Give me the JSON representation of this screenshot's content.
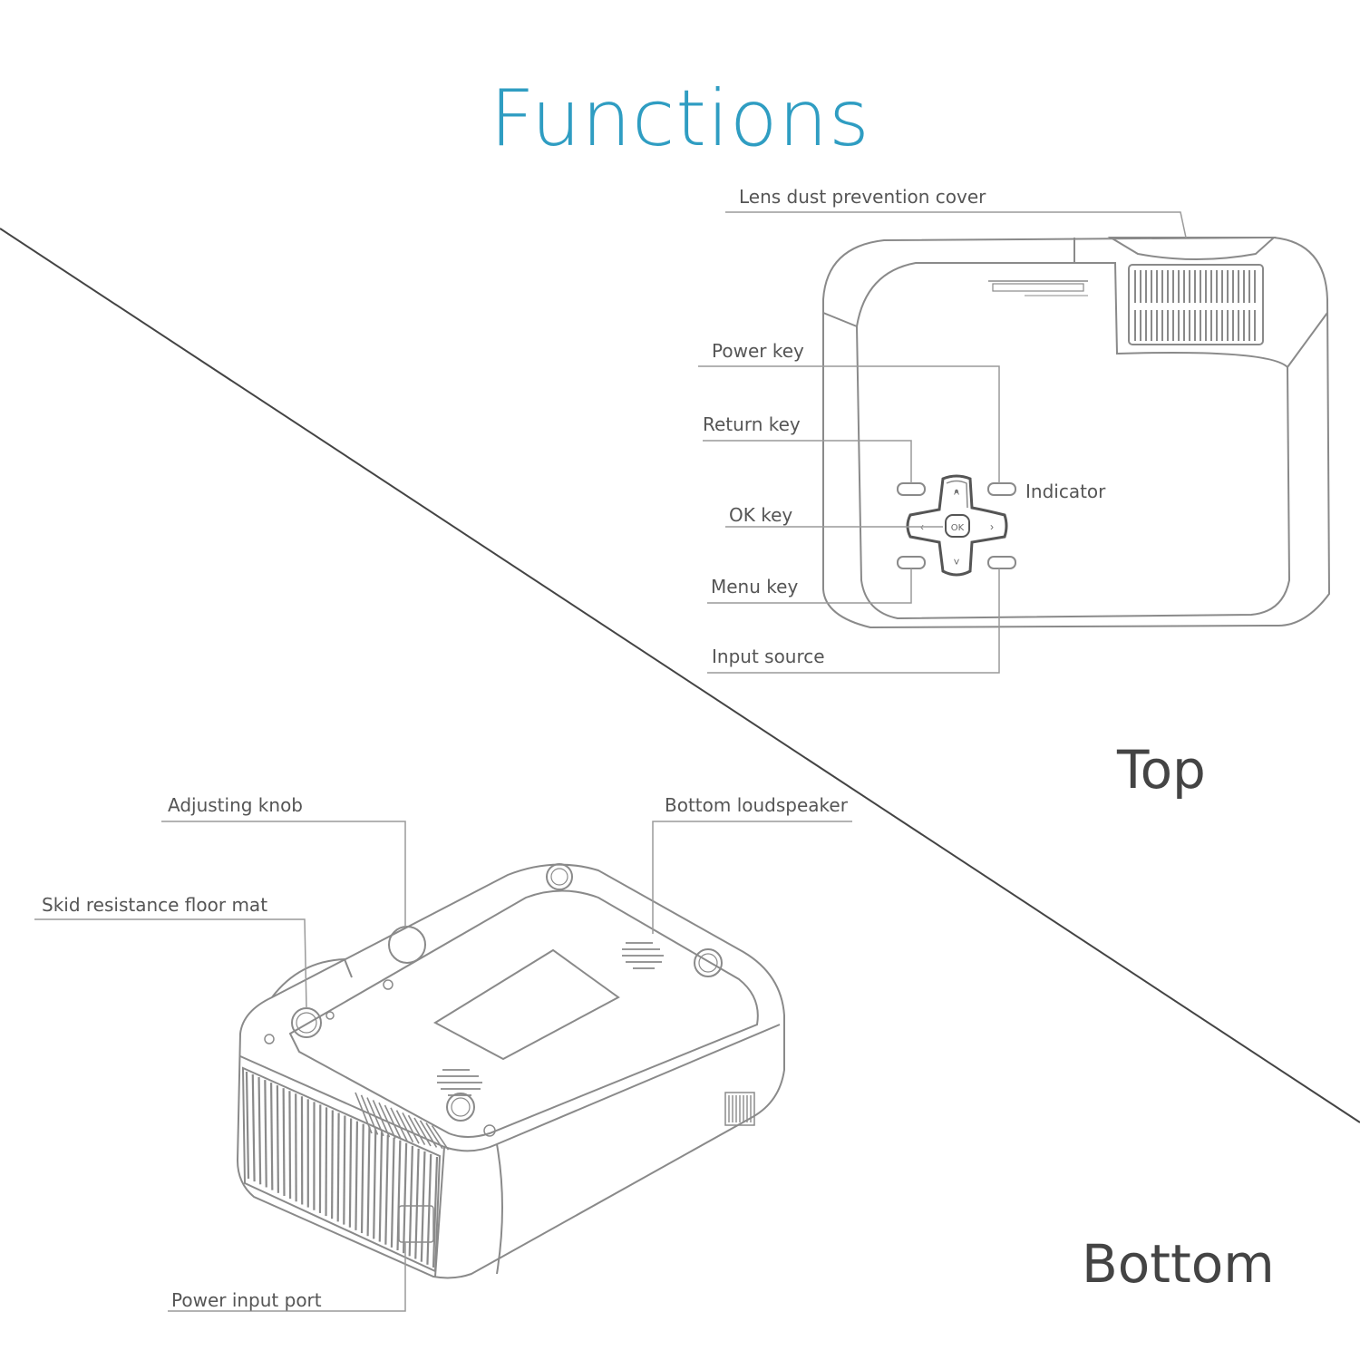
{
  "title": "Functions",
  "colors": {
    "title": "#2f9dc2",
    "line": "#8a8a8a",
    "text": "#555555"
  },
  "top_view": {
    "section_label": "Top",
    "callouts": {
      "lens_cover": "Lens dust prevention cover",
      "power_key": "Power key",
      "return_key": "Return key",
      "ok_key": "OK key",
      "menu_key": "Menu key",
      "input_source": "Input source",
      "indicator": "Indicator"
    },
    "keypad": {
      "ok_label": "OK"
    }
  },
  "bottom_view": {
    "section_label": "Bottom",
    "callouts": {
      "adjusting_knob": "Adjusting knob",
      "bottom_loudspeaker": "Bottom loudspeaker",
      "skid_mat": "Skid resistance floor mat",
      "power_input": "Power input port"
    }
  }
}
